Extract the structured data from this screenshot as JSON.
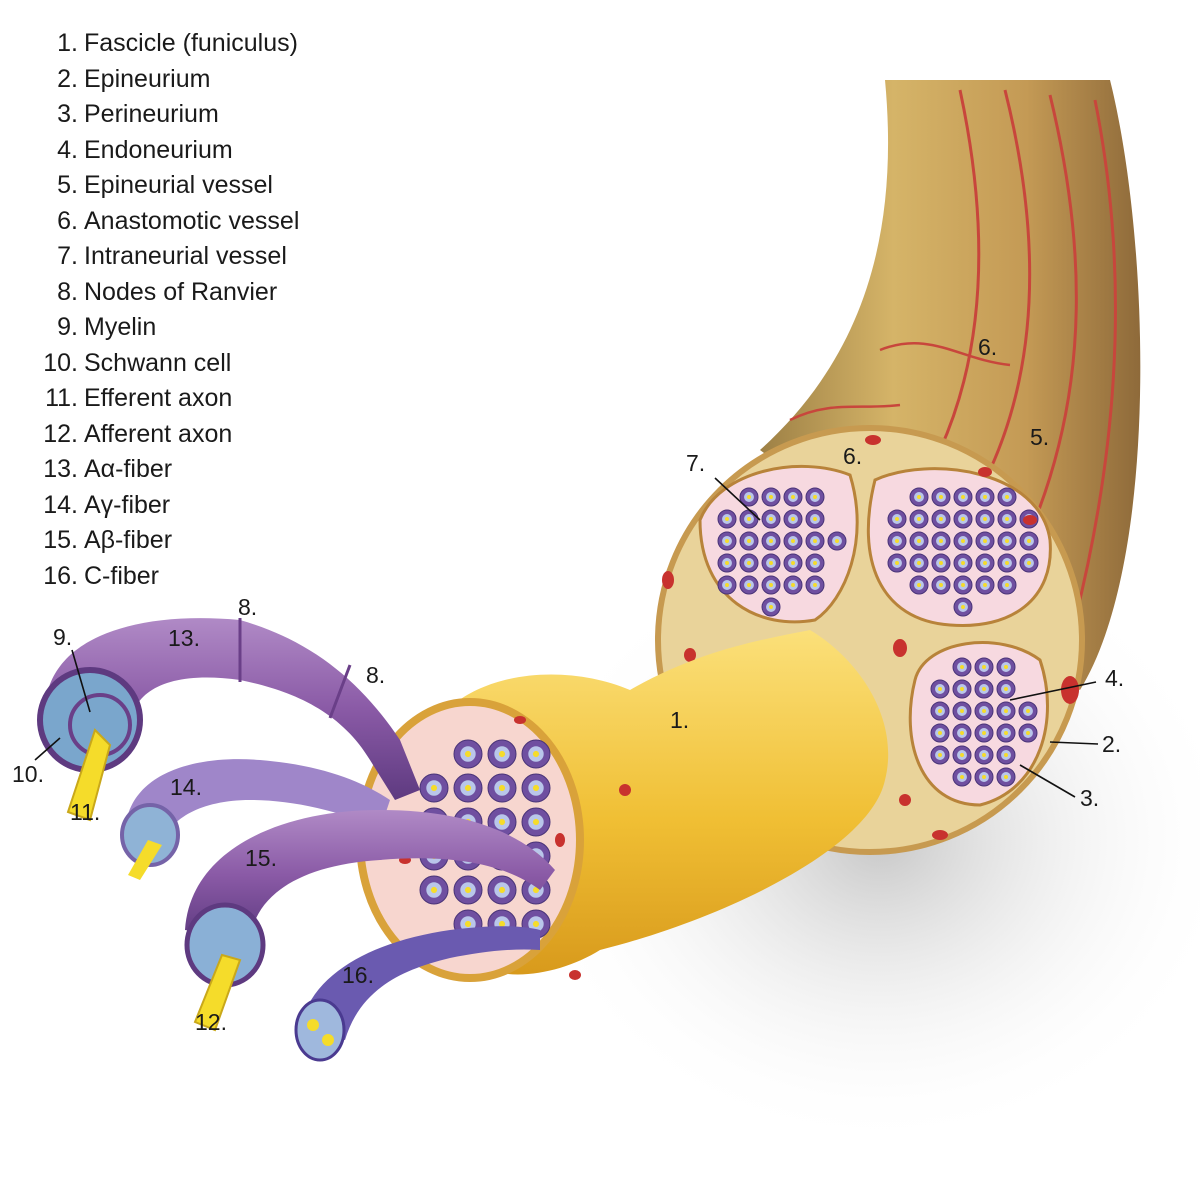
{
  "legend": [
    {
      "num": "1.",
      "label": "Fascicle (funiculus)"
    },
    {
      "num": "2.",
      "label": "Epineurium"
    },
    {
      "num": "3.",
      "label": "Perineurium"
    },
    {
      "num": "4.",
      "label": "Endoneurium"
    },
    {
      "num": "5.",
      "label": "Epineurial vessel"
    },
    {
      "num": "6.",
      "label": "Anastomotic vessel"
    },
    {
      "num": "7.",
      "label": "Intraneurial vessel"
    },
    {
      "num": "8.",
      "label": "Nodes of Ranvier"
    },
    {
      "num": "9.",
      "label": "Myelin"
    },
    {
      "num": "10.",
      "label": "Schwann cell"
    },
    {
      "num": "11.",
      "label": "Efferent axon"
    },
    {
      "num": "12.",
      "label": "Afferent axon"
    },
    {
      "num": "13.",
      "label": "Aα-fiber"
    },
    {
      "num": "14.",
      "label": "Aγ-fiber"
    },
    {
      "num": "15.",
      "label": "Aβ-fiber"
    },
    {
      "num": "16.",
      "label": "C-fiber"
    }
  ],
  "callouts": {
    "fascicle": "1.",
    "epineurium": "2.",
    "perineurium": "3.",
    "endoneurium": "4.",
    "epineurial_vessel": "5.",
    "anastomotic_vessel_top": "6.",
    "anastomotic_vessel_section": "6.",
    "intraneurial_vessel": "7.",
    "node_a": "8.",
    "node_b": "8.",
    "myelin": "9.",
    "schwann_cell": "10.",
    "efferent_axon": "11.",
    "afferent_axon": "12.",
    "a_alpha": "13.",
    "a_gamma": "14.",
    "a_beta": "15.",
    "c_fiber": "16."
  },
  "colors": {
    "nerve_sheath": "#c9a35a",
    "epineurium_tissue": "#e9d39a",
    "fascicle": "#f2c63a",
    "vessel": "#c8322e",
    "myelinated_fiber": "#8a5aa6",
    "c_fiber": "#6a5ab0",
    "axon": "#f5dc2a"
  }
}
